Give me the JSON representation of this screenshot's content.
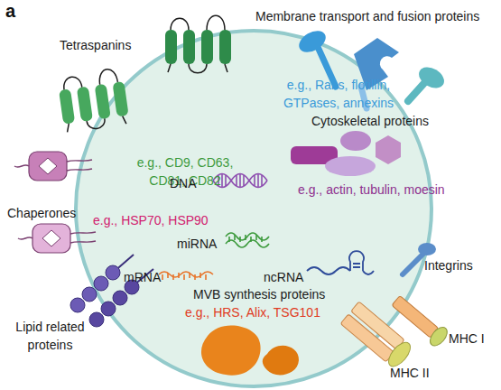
{
  "diagram": {
    "labels": [
      "a",
      "Membrane transport and fusion proteins",
      "Tetraspanins",
      "e.g., Rabs, flotillin, GTPases, annexins",
      "Cytoskeletal proteins",
      "e.g., CD9, CD63, CD81, CD82",
      "DNA",
      "e.g., actin, tubulin, moesin",
      "Chaperones",
      "e.g., HSP70, HSP90",
      "miRNA",
      "mRNA",
      "ncRNA",
      "Integrins",
      "MVB synthesis proteins",
      "Lipid related proteins",
      "e.g., HRS, Alix, TSG101",
      "MHC I",
      "MHC II"
    ]
  }
}
